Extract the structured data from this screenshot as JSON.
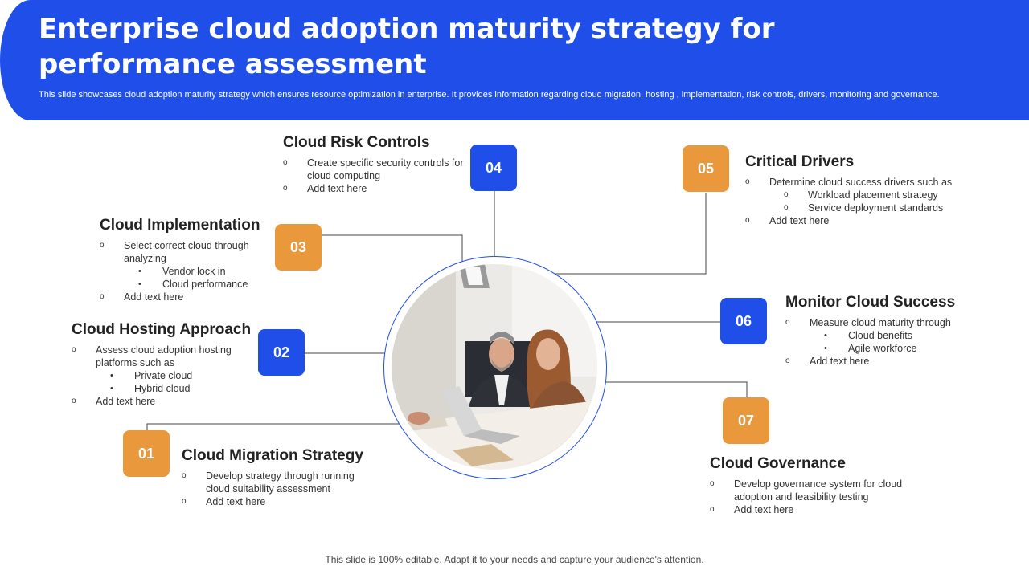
{
  "header": {
    "title": "Enterprise cloud adoption maturity strategy for performance assessment",
    "subtitle": "This slide showcases cloud adoption maturity strategy which ensures resource optimization in enterprise. It provides information regarding cloud migration, hosting , implementation, risk controls, drivers, monitoring and governance."
  },
  "colors": {
    "blue": "#1f4fe8",
    "orange": "#e9993c"
  },
  "badges": [
    "01",
    "02",
    "03",
    "04",
    "05",
    "06",
    "07"
  ],
  "sections": {
    "migration": {
      "title": "Cloud Migration Strategy",
      "items": [
        "Develop strategy through running cloud suitability assessment",
        "Add text here"
      ]
    },
    "hosting": {
      "title": "Cloud Hosting Approach",
      "item1": "Assess cloud adoption hosting platforms such as",
      "subs": [
        "Private cloud",
        "Hybrid cloud"
      ],
      "item2": "Add text here"
    },
    "implementation": {
      "title": "Cloud Implementation",
      "item1": "Select correct cloud through analyzing",
      "subs": [
        "Vendor lock in",
        "Cloud performance"
      ],
      "item2": "Add text here"
    },
    "risk": {
      "title": "Cloud Risk Controls",
      "items": [
        "Create specific security controls for cloud computing",
        "Add text here"
      ]
    },
    "drivers": {
      "title": "Critical Drivers",
      "item1": "Determine cloud success drivers such as",
      "subs": [
        "Workload placement strategy",
        "Service deployment standards"
      ],
      "item2": "Add text here"
    },
    "monitor": {
      "title": "Monitor Cloud Success",
      "item1": "Measure cloud maturity through",
      "subs": [
        "Cloud benefits",
        "Agile workforce"
      ],
      "item2": "Add text here"
    },
    "governance": {
      "title": "Cloud Governance",
      "items": [
        "Develop governance system for cloud adoption and feasibility testing",
        "Add text here"
      ]
    }
  },
  "footer": "This slide is 100% editable. Adapt it to your needs and capture your audience's attention."
}
